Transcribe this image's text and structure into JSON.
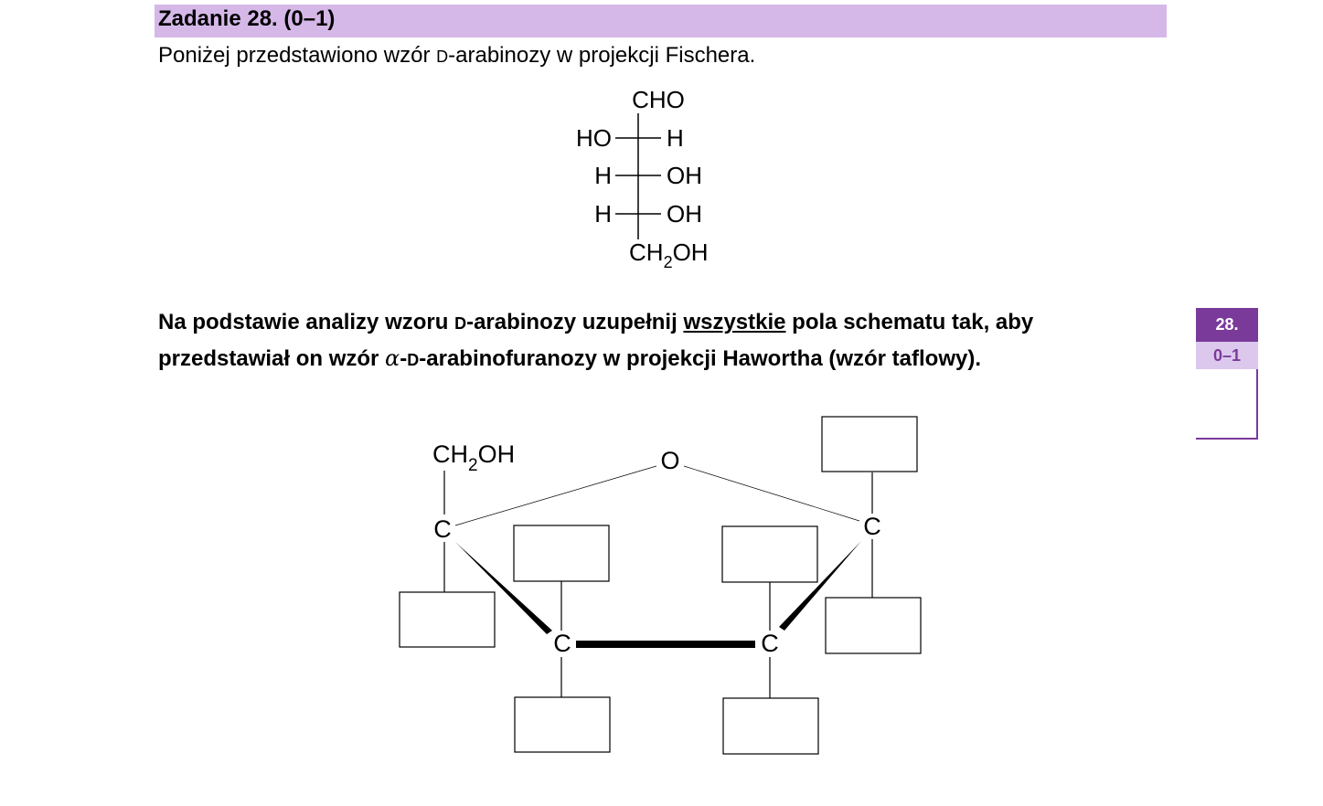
{
  "header": {
    "title": "Zadanie 28. (0–1)"
  },
  "intro": {
    "before": "Poniżej przedstawiono wzór ",
    "sc": "D",
    "after": "-arabinozy w projekcji Fischera."
  },
  "fischer": {
    "top": "CHO",
    "rows": [
      {
        "left": "HO",
        "right": "H"
      },
      {
        "left": "H",
        "right": "OH"
      },
      {
        "left": "H",
        "right": "OH"
      }
    ],
    "bottom": {
      "pre": "CH",
      "sub": "2",
      "post": "OH"
    }
  },
  "instruction": {
    "line1_a": "Na podstawie analizy wzoru ",
    "line1_sc": "D",
    "line1_b": "-arabinozy uzupełnij ",
    "line1_u": "wszystkie",
    "line1_c": " pola schematu tak, aby",
    "line2_a": "przedstawiał on wzór ",
    "line2_alpha": "α",
    "line2_b": "-",
    "line2_sc": "D",
    "line2_c": "-arabinofuranozy w projekcji Hawortha (wzór taflowy)."
  },
  "score": {
    "task": "28.",
    "points": "0–1"
  },
  "haworth": {
    "top_group": {
      "pre": "CH",
      "sub": "2",
      "post": "OH"
    },
    "ring_oxygen": "O",
    "carbon": "C"
  }
}
